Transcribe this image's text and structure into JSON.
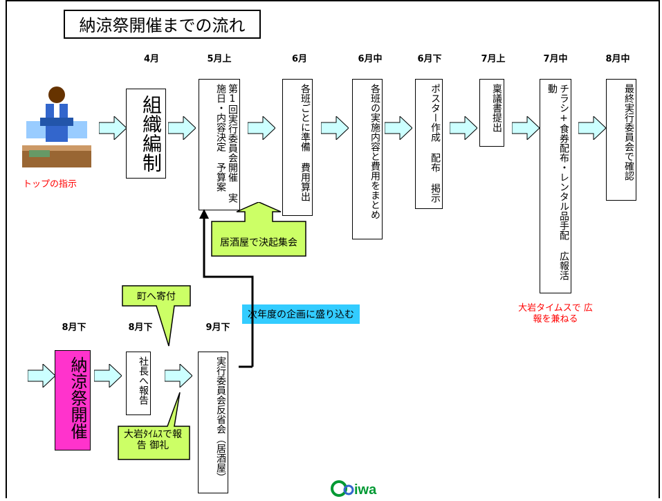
{
  "title": "納涼祭開催までの流れ",
  "months_top": [
    "4月",
    "5月上",
    "6月",
    "6月中",
    "6月下",
    "7月上",
    "7月中",
    "8月中"
  ],
  "months_bottom": [
    "8月下",
    "8月下",
    "9月下"
  ],
  "boxes_top": [
    {
      "id": "b1",
      "text": "組織編制"
    },
    {
      "id": "b2",
      "text": "第1回実行委員会開催 実施日・内容決定 予算案"
    },
    {
      "id": "b3",
      "text": "各班ごとに準備 費用算出"
    },
    {
      "id": "b4",
      "text": "各班の実施内容と費用をまとめ"
    },
    {
      "id": "b5",
      "text": "ポスター作成 配布 掲示"
    },
    {
      "id": "b6",
      "text": "稟議書提出"
    },
    {
      "id": "b7",
      "text": "チラシ+食券配布・レンタル品手配 広報活動"
    },
    {
      "id": "b8",
      "text": "最終実行委員会で確認"
    }
  ],
  "boxes_bottom": [
    {
      "id": "c1",
      "text": "納涼祭開催"
    },
    {
      "id": "c2",
      "text": "社長へ報告"
    },
    {
      "id": "c3",
      "text": "実行委員会反省会（居酒屋）"
    }
  ],
  "caption_top_left": "トップの指示",
  "callout_izakaya": "居酒屋で決起集会",
  "callout_kifu": "町へ寄付",
  "callout_oiwa_report": "大岩ﾀｲﾑｽで報告 御礼",
  "note_next_year": "次年度の企画に盛り込む",
  "red_note": "大岩タイムスで 広報を兼ねる",
  "logo_text": "Ooiwa",
  "colors": {
    "arrow_fill": "#ccffff",
    "callout": "#ccff66",
    "note": "#33ccff",
    "festival": "#ff33cc",
    "red": "#ff0000"
  }
}
